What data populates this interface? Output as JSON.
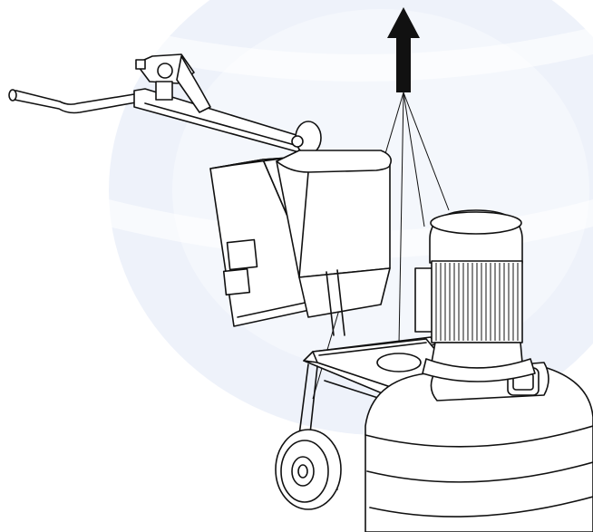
{
  "diagram": {
    "colors": {
      "line": "#111111",
      "arrow": "#111111",
      "watermark": "#eef2fa",
      "background": "#ffffff"
    },
    "parts": [
      "lifting-arrow",
      "handle-bar",
      "handle-arm",
      "electrical-box",
      "water-tank",
      "chassis-frame",
      "rear-wheel",
      "motor",
      "grinding-head-cover"
    ]
  }
}
